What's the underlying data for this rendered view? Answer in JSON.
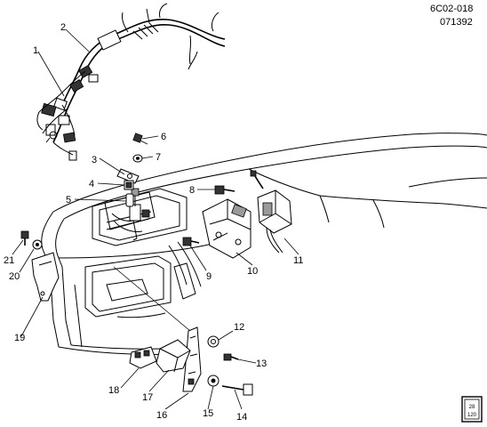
{
  "header": {
    "code": "6C02-018",
    "date": "071392"
  },
  "callouts": [
    "1",
    "2",
    "3",
    "4",
    "5",
    "6",
    "7",
    "8",
    "9",
    "10",
    "11",
    "12",
    "13",
    "14",
    "15",
    "16",
    "17",
    "18",
    "19",
    "20",
    "21"
  ],
  "badge": {
    "top": "28",
    "bottom": "120"
  },
  "colors": {
    "line": "#000000",
    "background": "#ffffff",
    "shade": "#9a9a9a"
  }
}
